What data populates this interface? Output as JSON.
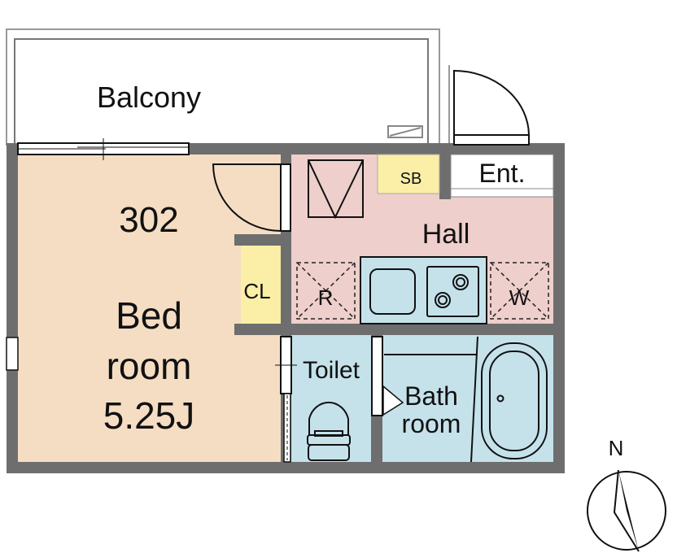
{
  "plan": {
    "unit_number": "302",
    "rooms": {
      "balcony": "Balcony",
      "bedroom_line1": "Bed",
      "bedroom_line2": "room",
      "bedroom_size": "5.25J",
      "hall": "Hall",
      "entrance": "Ent.",
      "shoe_box": "SB",
      "closet": "CL",
      "refrigerator": "R",
      "washer": "W",
      "toilet": "Toilet",
      "bath_line1": "Bath",
      "bath_line2": "room"
    },
    "compass_label": "N"
  },
  "colors": {
    "wall": "#6e6e6e",
    "bedroom": "#f5ddc3",
    "hall": "#eecfcc",
    "storage": "#fbeea6",
    "wet_area": "#c5e2eb"
  }
}
